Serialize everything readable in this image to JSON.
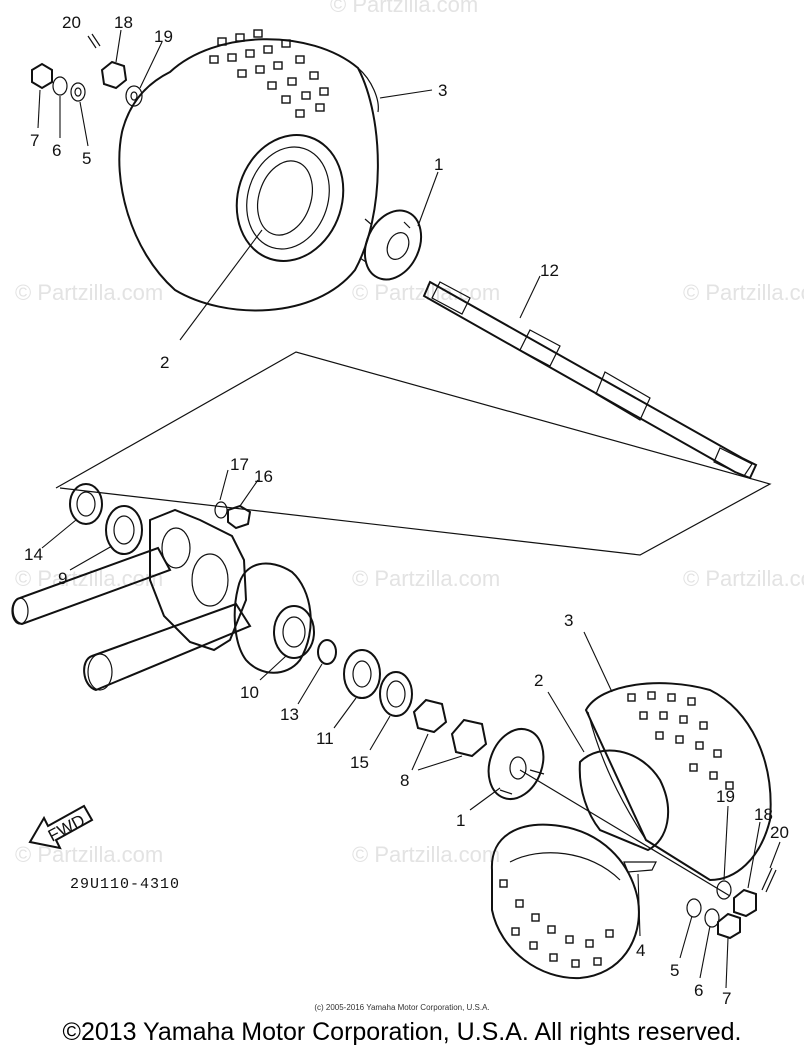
{
  "watermark": "© Partzilla.com",
  "labels": {
    "l20a": "20",
    "l18a": "18",
    "l19a": "19",
    "l7a": "7",
    "l6a": "6",
    "l5a": "5",
    "l3a": "3",
    "l1a": "1",
    "l2a": "2",
    "l12": "12",
    "l17": "17",
    "l16": "16",
    "l14": "14",
    "l9": "9",
    "l10": "10",
    "l13": "13",
    "l11": "11",
    "l15": "15",
    "l8": "8",
    "l3b": "3",
    "l2b": "2",
    "l1b": "1",
    "l19b": "19",
    "l18b": "18",
    "l20b": "20",
    "l4": "4",
    "l5b": "5",
    "l6b": "6",
    "l7b": "7"
  },
  "fwd_label": "FWD",
  "diagram_code": "29U110-4310",
  "small_copyright": "(c) 2005-2016 Yamaha Motor Corporation, U.S.A.",
  "copyright": "©2013 Yamaha Motor Corporation, U.S.A. All rights reserved."
}
